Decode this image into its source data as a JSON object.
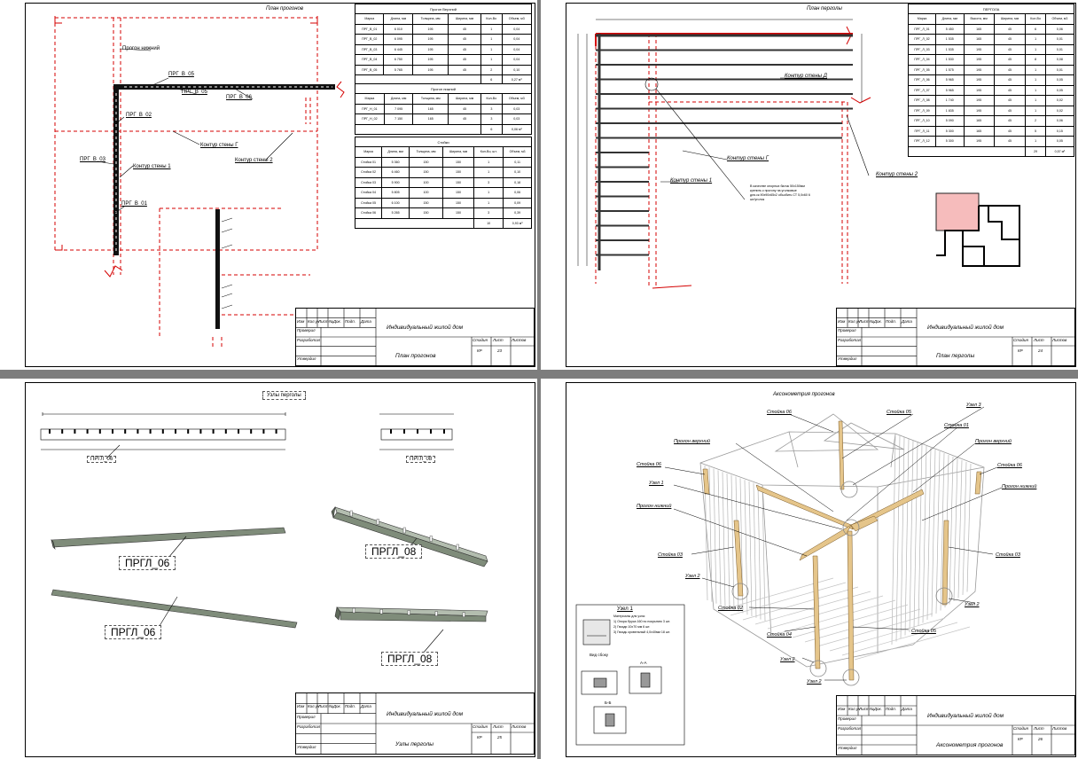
{
  "colors": {
    "frame_bg": "#7d7d7d",
    "sheet_bg": "#ffffff",
    "accent_red": "#d40000",
    "timber": "#e5c58a",
    "board_green": "#7f8c7a"
  },
  "sheet1": {
    "title": "План прогонов",
    "labels": {
      "progon_lower": "Прогон нижний",
      "prg_05a": "ПРГ_В_05",
      "prg_05b": "ПРГ_В_05",
      "prg_06": "ПРГ_В_06",
      "prg_02": "ПРГ_В_02",
      "prg_03": "ПРГ_В_03",
      "prg_01": "ПРГ_В_01",
      "wall_g": "Контур стены Г",
      "wall_1": "Контур стены 1",
      "wall_2": "Контур стены 2"
    },
    "tables": {
      "upper": {
        "caption": "Прогон Верхний",
        "headers": [
          "Марка",
          "Длина, мм",
          "Толщина, мм",
          "Ширина, мм",
          "Кол-Во",
          "Объем, м3"
        ],
        "rows": [
          [
            "ПРГ_В_01",
            "6 010",
            "195",
            "45",
            "1",
            "0,04"
          ],
          [
            "ПРГ_В_02",
            "6 095",
            "195",
            "45",
            "1",
            "0,04"
          ],
          [
            "ПРГ_В_03",
            "6 445",
            "195",
            "45",
            "1",
            "0,04"
          ],
          [
            "ПРГ_В_04",
            "6 750",
            "195",
            "45",
            "1",
            "0,04"
          ],
          [
            "ПРГ_В_05",
            "5 765",
            "195",
            "45",
            "2",
            "0,10"
          ]
        ],
        "total": [
          "",
          "",
          "",
          "",
          "6",
          "0,27 м³"
        ]
      },
      "lower": {
        "caption": "Прогон нижний",
        "headers": [
          "Марка",
          "Длина, мм",
          "Толщина, мм",
          "Ширина, мм",
          "Кол-Во",
          "Объем, м3"
        ],
        "rows": [
          [
            "ПРГ_Н_01",
            "7 095",
            "165",
            "45",
            "3",
            "0,03"
          ],
          [
            "ПРГ_Н_02",
            "7 150",
            "165",
            "45",
            "3",
            "0,03"
          ]
        ],
        "total": [
          "",
          "",
          "",
          "",
          "6",
          "0,06 м³"
        ]
      },
      "posts": {
        "caption": "Стойки",
        "headers": [
          "Марка",
          "Длина, мм",
          "Толщина, мм",
          "Ширина, мм",
          "Кол-Во, шт.",
          "Объем, м3"
        ],
        "rows": [
          [
            "Стойка 01",
            "5 360",
            "150",
            "150",
            "1",
            "0,11"
          ],
          [
            "Стойка 02",
            "6 460",
            "150",
            "150",
            "1",
            "0,10"
          ],
          [
            "Стойка 03",
            "5 900",
            "100",
            "150",
            "3",
            "0,18"
          ],
          [
            "Стойка 04",
            "5 805",
            "100",
            "150",
            "1",
            "0,06"
          ],
          [
            "Стойка 05",
            "6 100",
            "150",
            "150",
            "1",
            "0,09"
          ],
          [
            "Стойка 06",
            "5 265",
            "150",
            "150",
            "3",
            "0,39"
          ]
        ],
        "total": [
          "",
          "",
          "",
          "",
          "10",
          "0,93 м³"
        ]
      }
    },
    "stamp": {
      "headers": [
        "Изм",
        "Кол.уч",
        "Лист",
        "№Док.",
        "Подп.",
        "Дата"
      ],
      "rows": [
        "Проверил",
        "Разработал",
        "",
        "Утвердил"
      ],
      "project": "Индивидуальный жилой дом",
      "sheet_title": "План прогонов",
      "stage_h": "Стадия",
      "sheet_h": "Лист",
      "sheets_h": "Листов",
      "stage": "КР",
      "sheet_no": "23"
    }
  },
  "sheet2": {
    "title": "План перголы",
    "labels": {
      "wall_d": "Контур стены Д",
      "wall_g": "Контур стены Г",
      "wall_1": "Контур стены 1",
      "wall_2": "Контур стены 2",
      "note": "В качестве опорных балок 50х150мм крепить к прогону на уголковые для.ск.90х90х65х2 обьобить СТ 5,0х60 6 шт/уголок"
    },
    "table": {
      "caption": "ПЕРГОЛА",
      "headers": [
        "Марка",
        "Длина, мм",
        "Высота, мм",
        "Ширина, мм",
        "Кол-Во",
        "Объем, м3"
      ],
      "rows": [
        [
          "ПРГ_Л_01",
          "5 450",
          "165",
          "45",
          "6",
          "0,06"
        ],
        [
          "ПРГ_Л_02",
          "1 535",
          "165",
          "45",
          "1",
          "0,01"
        ],
        [
          "ПРГ_Л_03",
          "1 535",
          "195",
          "45",
          "1",
          "0,01"
        ],
        [
          "ПРГ_Л_04",
          "1 530",
          "195",
          "45",
          "8",
          "0,08"
        ],
        [
          "ПРГ_Л_05",
          "1 575",
          "195",
          "45",
          "1",
          "0,01"
        ],
        [
          "ПРГ_Л_06",
          "5 965",
          "195",
          "45",
          "1",
          "0,05"
        ],
        [
          "ПРГ_Л_07",
          "5 965",
          "195",
          "45",
          "1",
          "0,05"
        ],
        [
          "ПРГ_Л_08",
          "1 740",
          "195",
          "45",
          "1",
          "0,02"
        ],
        [
          "ПРГ_Л_09",
          "1 835",
          "195",
          "45",
          "1",
          "0,02"
        ],
        [
          "ПРГ_Л_10",
          "5 090",
          "165",
          "45",
          "2",
          "0,06"
        ],
        [
          "ПРГ_Л_11",
          "5 300",
          "165",
          "45",
          "5",
          "0,15"
        ],
        [
          "ПРГ_Л_12",
          "5 300",
          "195",
          "45",
          "1",
          "0,05"
        ]
      ],
      "total": [
        "",
        "",
        "",
        "",
        "29",
        "0,57 м³"
      ]
    },
    "stamp": {
      "headers": [
        "Изм",
        "Кол.уч",
        "Лист",
        "№Док.",
        "Подп.",
        "Дата"
      ],
      "rows": [
        "Проверил",
        "Разработал",
        "",
        "Утвердил"
      ],
      "project": "Индивидуальный жилой дом",
      "sheet_title": "План перголы",
      "stage_h": "Стадия",
      "sheet_h": "Лист",
      "sheets_h": "Листов",
      "stage": "КР",
      "sheet_no": "24"
    }
  },
  "sheet3": {
    "title": "Узлы перголы",
    "labels": {
      "prgl_06_small": "ПРГЛ_06",
      "prgl_08_small": "ПРГЛ_08",
      "prgl_06a": "ПРГЛ_06",
      "prgl_08a": "ПРГЛ_08",
      "prgl_06b": "ПРГЛ_06",
      "prgl_08b": "ПРГЛ_08"
    },
    "stamp": {
      "headers": [
        "Изм",
        "Кол.уч",
        "Лист",
        "№Док.",
        "Подп.",
        "Дата"
      ],
      "rows": [
        "Проверил",
        "Разработал",
        "",
        "Утвердил"
      ],
      "project": "Индивидуальный жилой дом",
      "sheet_title": "Узлы перголы",
      "stage_h": "Стадия",
      "sheet_h": "Лист",
      "sheets_h": "Листов",
      "stage": "КР",
      "sheet_no": "25"
    }
  },
  "sheet4": {
    "title": "Аксонометрия прогонов",
    "labels": {
      "post06_top": "Стойка 06",
      "post05_top": "Стойка 05",
      "node3": "Узел 3",
      "post01": "Стойка 01",
      "prog_upper_l": "Прогон верхний",
      "prog_upper_r": "Прогон верхний",
      "post06_l": "Стойка 06",
      "post06_r": "Стойка 06",
      "node1": "Узел 1",
      "prog_lower_r": "Прогон нижний",
      "prog_lower_l": "Прогон нижний",
      "post03_l": "Стойка 03",
      "post03_r": "Стойка 03",
      "node2_l": "Узел 2",
      "node2_r": "Узел 2",
      "post02": "Стойка 02",
      "post04": "Стойка 04",
      "post05_b": "Стойка 05",
      "node2_b1": "Узел 2",
      "node2_b2": "Узел 2"
    },
    "detail": {
      "title": "Узел 1",
      "notes": [
        "Материалы для узла:",
        "1) Опора бруса 160 по покрытию 3 шт.",
        "2) Гвозди 10х70 мм 6 шт.",
        "3) Гвоздь кровельный 4,0х40мм 18 шт."
      ],
      "side_view": "Вид сбоку",
      "section_aa": "А-А",
      "section_bb": "Б-Б"
    },
    "stamp": {
      "headers": [
        "Изм",
        "Кол.уч",
        "Лист",
        "№Док.",
        "Подп.",
        "Дата"
      ],
      "rows": [
        "Проверил",
        "Разработал",
        "",
        "Утвердил"
      ],
      "project": "Индивидуальный жилой дом",
      "sheet_title": "Аксонометрия прогонов",
      "stage_h": "Стадия",
      "sheet_h": "Лист",
      "sheets_h": "Листов",
      "stage": "КР",
      "sheet_no": "26"
    }
  }
}
